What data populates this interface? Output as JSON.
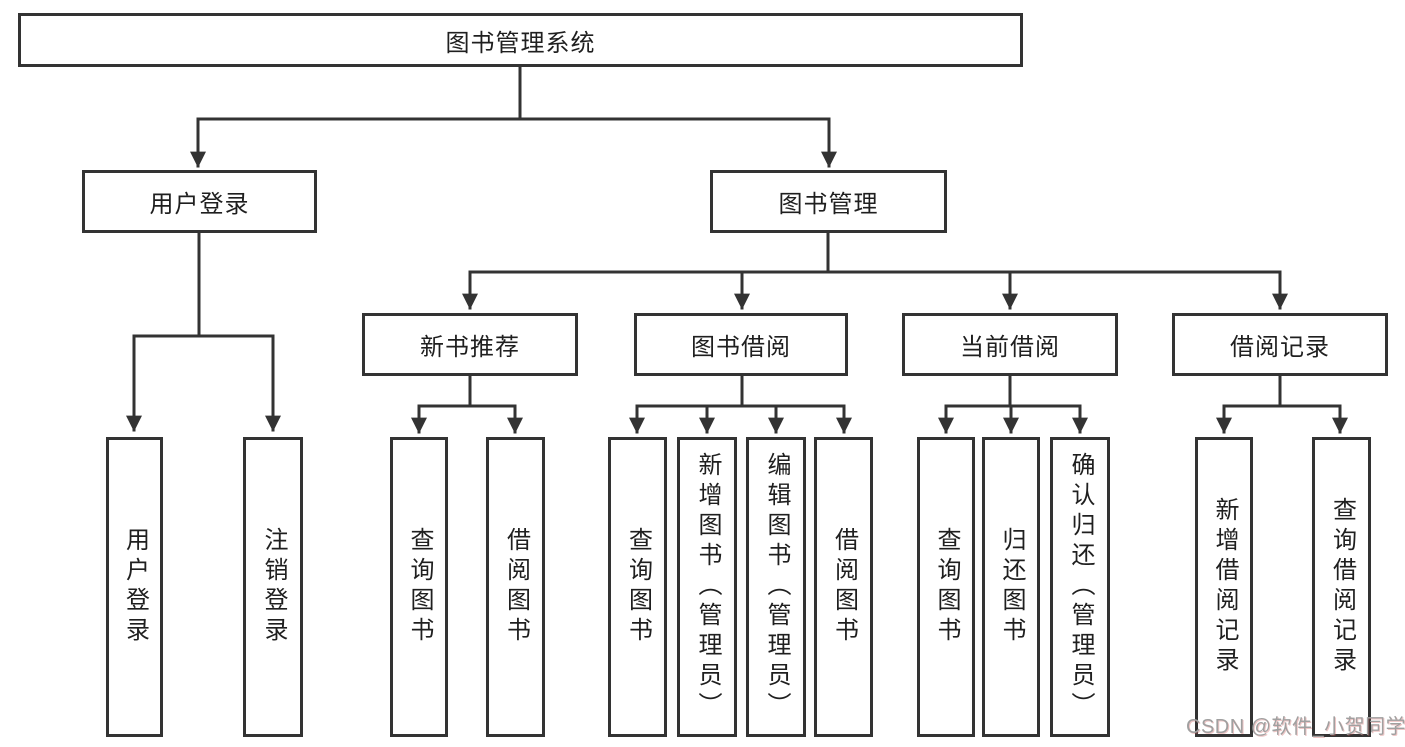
{
  "colors": {
    "line": "#333333",
    "box_border": "#333333",
    "box_fill": "#ffffff",
    "label_text": "#1f1f1f",
    "watermark_text": "#a0a0a0"
  },
  "watermark": "CSDN @软件_小贺同学",
  "nodes": {
    "root": "图书管理系统",
    "user_login": "用户登录",
    "book_management": "图书管理",
    "new_book_recommend": "新书推荐",
    "book_borrow": "图书借阅",
    "current_borrow": "当前借阅",
    "borrow_records": "借阅记录",
    "leaf_user_login": "用户登录",
    "leaf_logout": "注销登录",
    "leaf_recommend_query_book": "查询图书",
    "leaf_recommend_borrow_book": "借阅图书",
    "leaf_borrow_query_book": "查询图书",
    "leaf_borrow_add_book": "新增图书（管理员）",
    "leaf_borrow_edit_book": "编辑图书（管理员）",
    "leaf_borrow_borrow_book": "借阅图书",
    "leaf_current_query_book": "查询图书",
    "leaf_current_return_book": "归还图书",
    "leaf_current_confirm_return": "确认归还（管理员）",
    "leaf_records_add_record": "新增借阅记录",
    "leaf_records_query_record": "查询借阅记录"
  }
}
